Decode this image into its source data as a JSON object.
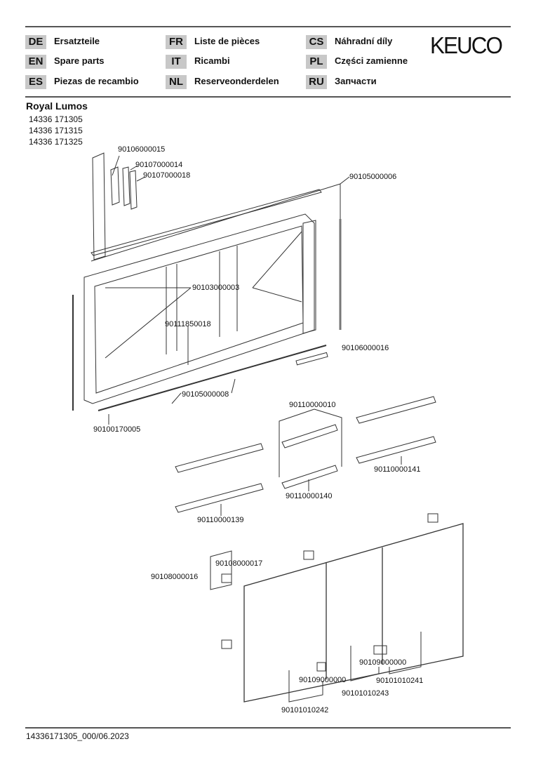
{
  "header": {
    "languages": [
      {
        "code": "DE",
        "label": "Ersatzteile"
      },
      {
        "code": "EN",
        "label": "Spare parts"
      },
      {
        "code": "ES",
        "label": "Piezas de recambio"
      },
      {
        "code": "FR",
        "label": "Liste de pièces"
      },
      {
        "code": "IT",
        "label": "Ricambi"
      },
      {
        "code": "NL",
        "label": "Reserveonderdelen"
      },
      {
        "code": "CS",
        "label": "Náhradní díly"
      },
      {
        "code": "PL",
        "label": "Części zamienne"
      },
      {
        "code": "RU",
        "label": "Запчасти"
      }
    ],
    "logo": "KEUCO"
  },
  "product": {
    "name": "Royal Lumos",
    "articles": [
      "14336 171305",
      "14336 171315",
      "14336 171325"
    ]
  },
  "parts": [
    "90106000015",
    "90107000014",
    "90107000018",
    "90105000006",
    "90103000003",
    "90111850018",
    "90106000016",
    "90105000008",
    "90100170005",
    "90110000010",
    "90110000141",
    "90110000140",
    "90110000139",
    "90108000017",
    "90108000016",
    "90109000000",
    "90101010241",
    "90109000000",
    "90101010243",
    "90101010242"
  ],
  "footer": "14336171305_000/06.2023"
}
